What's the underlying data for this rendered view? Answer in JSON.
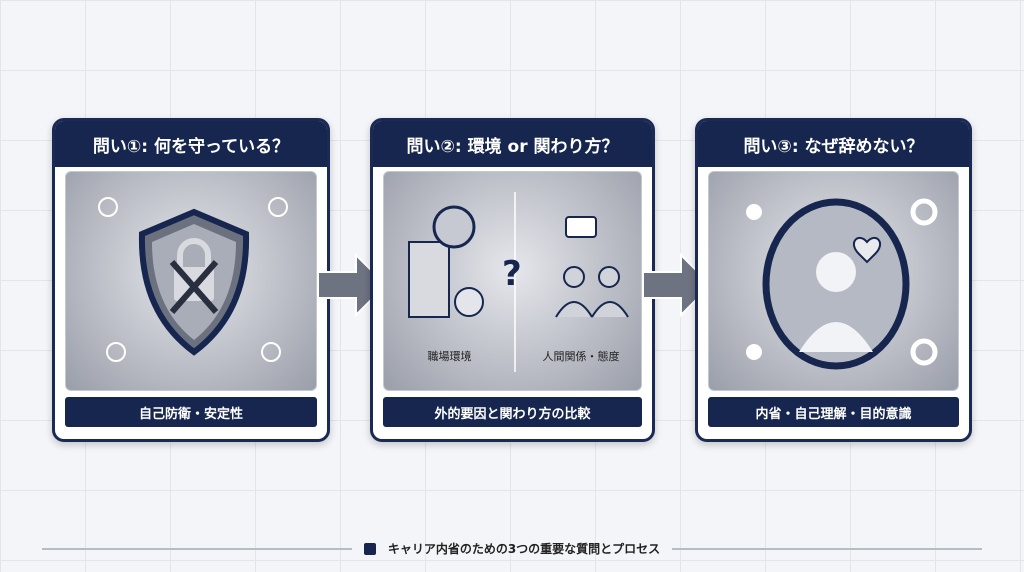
{
  "panels": [
    {
      "title": "問い①: 何を守っている？",
      "caption": "自己防衛・安定性"
    },
    {
      "title": "問い②: 環境 or 関わり方？",
      "caption": "外的要因と関わり方の比較",
      "left_label": "職場環境",
      "right_label": "人間関係・態度",
      "center_symbol": "?"
    },
    {
      "title": "問い③: なぜ辞めない？",
      "caption": "内省・自己理解・目的意識"
    }
  ],
  "footer": {
    "text": "キャリア内省のための3つの重要な質問とプロセス"
  }
}
